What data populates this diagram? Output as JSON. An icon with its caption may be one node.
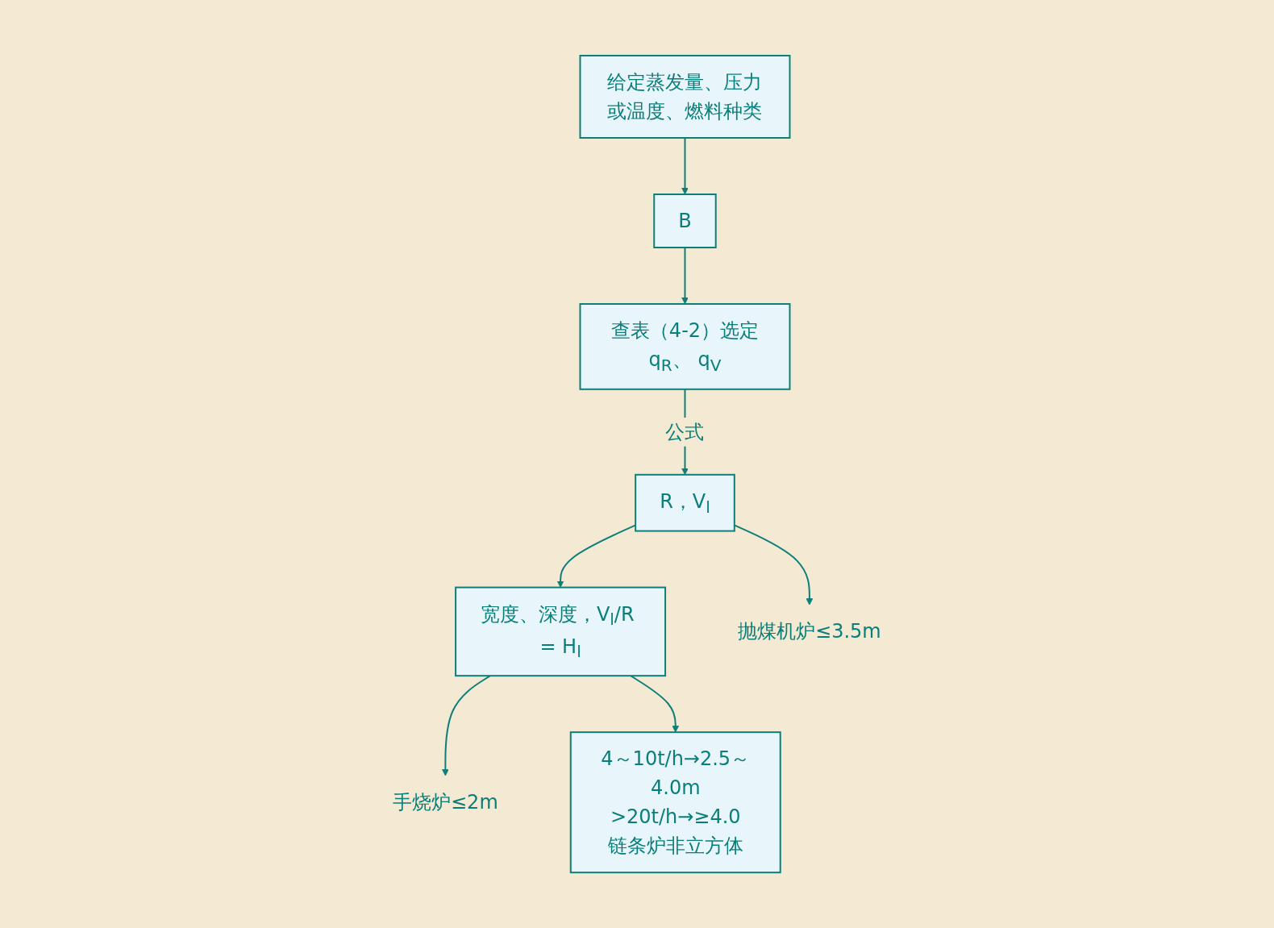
{
  "diagram": {
    "nodes": [
      {
        "text": [
          "给定蒸发量、压力或温度、燃料种类"
        ]
      },
      {
        "text": [
          "B"
        ]
      },
      {
        "text": [
          "查表（4-2）选定q$_{R}$、 q$_{V}$"
        ]
      },
      {
        "text": [
          "R，V$_{l}$"
        ]
      },
      {
        "text": [
          "宽度、深度，V$_{l}$/R = H$_{l}$"
        ]
      },
      {
        "text": [
          "抛煤机炉≤3.5m"
        ]
      },
      {
        "text": [
          "手烧炉≤2m"
        ]
      },
      {
        "text": [
          "4～10t/h→2.5～4.0m",
          ">20t/h→≥4.0",
          "链条炉非立方体"
        ]
      }
    ],
    "edges": [
      {
        "from": 0,
        "to": 1,
        "arrow": "to"
      },
      {
        "from": 1,
        "to": 2,
        "arrow": "to"
      },
      {
        "from": 2,
        "to": 3,
        "arrow": "to",
        "label": "公式"
      },
      {
        "from": 3,
        "to": 4,
        "arrow": "to"
      },
      {
        "from": 3,
        "to": 5,
        "arrow": "to"
      },
      {
        "from": 4,
        "to": 6,
        "arrow": "to"
      },
      {
        "from": 4,
        "to": 7,
        "arrow": "to"
      }
    ]
  }
}
